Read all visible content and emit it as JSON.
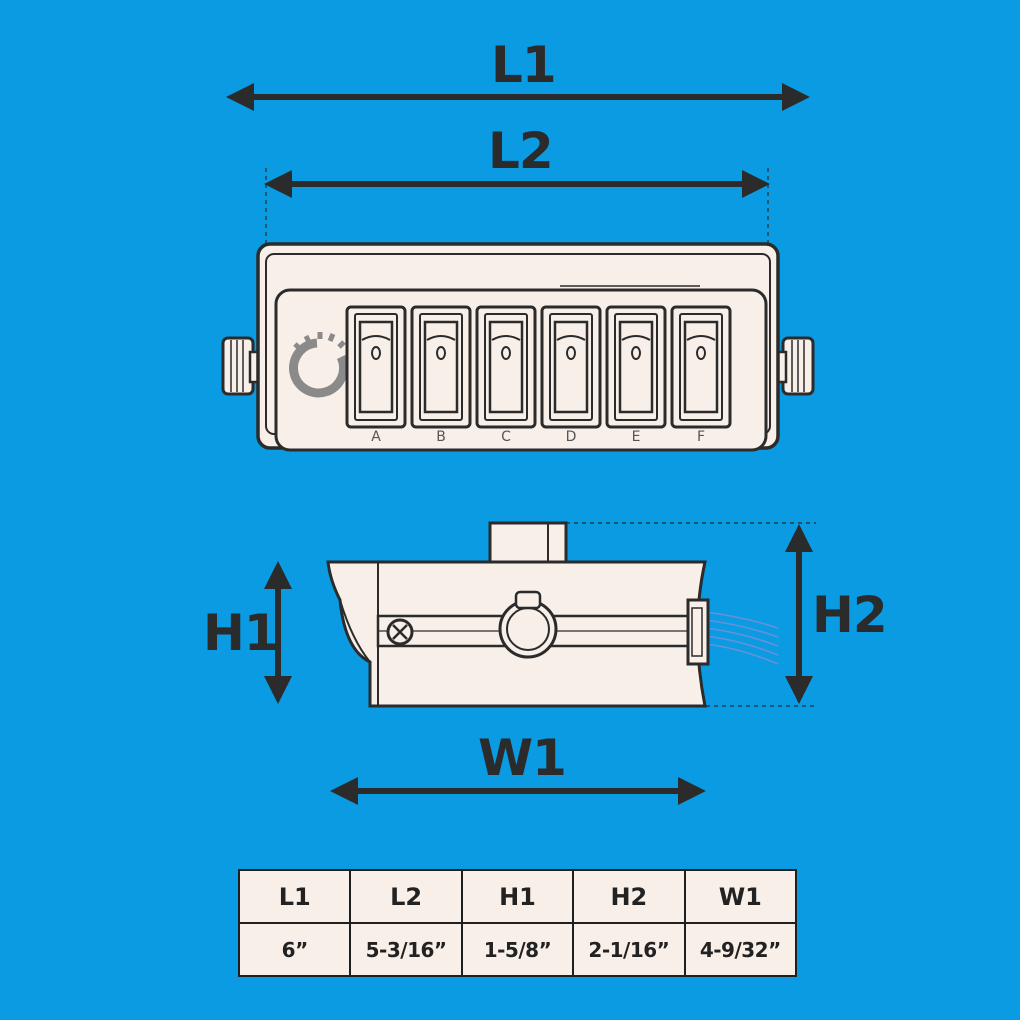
{
  "colors": {
    "background": "#0a9be3",
    "outline": "#2b2b2b",
    "housing": "#f8efe9",
    "wire": "#6a8fd8",
    "logo": "#8a8a8a"
  },
  "dimension_labels": {
    "l1": "L1",
    "l2": "L2",
    "h1": "H1",
    "h2": "H2",
    "w1": "W1"
  },
  "switch_panel": {
    "logo_icon": "segmented-ring-logo-icon",
    "switches": [
      {
        "label": "A"
      },
      {
        "label": "B"
      },
      {
        "label": "C"
      },
      {
        "label": "D"
      },
      {
        "label": "E"
      },
      {
        "label": "F"
      }
    ]
  },
  "table": {
    "headers": [
      "L1",
      "L2",
      "H1",
      "H2",
      "W1"
    ],
    "values": [
      "6”",
      "5-3/16”",
      "1-5/8”",
      "2-1/16”",
      "4-9/32”"
    ]
  }
}
